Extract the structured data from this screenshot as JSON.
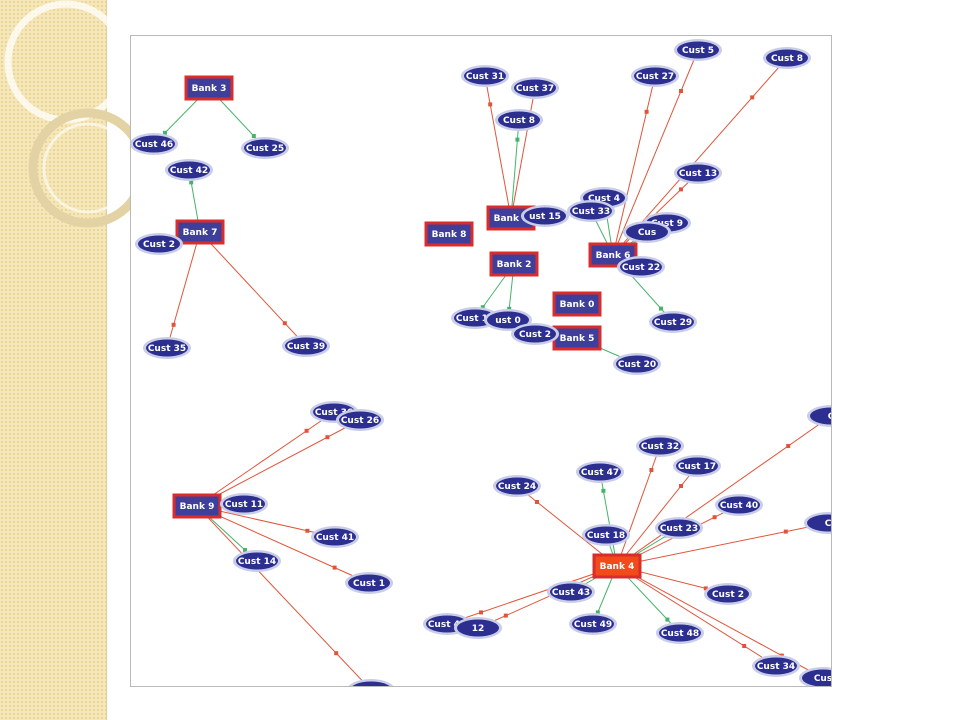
{
  "colors": {
    "bank_fill": "#3d3f9b",
    "bank_border": "#d92c2c",
    "bank_active_fill": "#f24a1a",
    "cust_fill": "#2c2f8f",
    "cust_halo": "#c9cde9",
    "edge_red": "#e0553a",
    "edge_green": "#45b36a",
    "sidebar": "#f6e7b9"
  },
  "nodes": [
    {
      "id": "bank3",
      "label": "Bank 3",
      "kind": "bank"
    },
    {
      "id": "bank7",
      "label": "Bank 7",
      "kind": "bank"
    },
    {
      "id": "bank8",
      "label": "Bank 8",
      "kind": "bank"
    },
    {
      "id": "bank1",
      "label": "Bank 1",
      "kind": "bank"
    },
    {
      "id": "bank2",
      "label": "Bank 2",
      "kind": "bank"
    },
    {
      "id": "bank6",
      "label": "Bank 6",
      "kind": "bank"
    },
    {
      "id": "bank0",
      "label": "Bank 0",
      "kind": "bank"
    },
    {
      "id": "bank5",
      "label": "Bank 5",
      "kind": "bank"
    },
    {
      "id": "bank9",
      "label": "Bank 9",
      "kind": "bank"
    },
    {
      "id": "bank4",
      "label": "Bank 4",
      "kind": "bank",
      "active": true
    },
    {
      "id": "c46",
      "label": "Cust 46",
      "kind": "cust"
    },
    {
      "id": "c25",
      "label": "Cust 25",
      "kind": "cust"
    },
    {
      "id": "c42",
      "label": "Cust 42",
      "kind": "cust"
    },
    {
      "id": "c21",
      "label": "Cust 2",
      "kind": "cust"
    },
    {
      "id": "c35",
      "label": "Cust 35",
      "kind": "cust"
    },
    {
      "id": "c39",
      "label": "Cust 39",
      "kind": "cust"
    },
    {
      "id": "c31",
      "label": "Cust 31",
      "kind": "cust"
    },
    {
      "id": "c37",
      "label": "Cust 37",
      "kind": "cust"
    },
    {
      "id": "c8b",
      "label": "Cust 8",
      "kind": "cust"
    },
    {
      "id": "c15",
      "label": "ust 15",
      "kind": "cust"
    },
    {
      "id": "c5",
      "label": "Cust 5",
      "kind": "cust"
    },
    {
      "id": "c27",
      "label": "Cust 27",
      "kind": "cust"
    },
    {
      "id": "c8",
      "label": "Cust 8",
      "kind": "cust"
    },
    {
      "id": "c13",
      "label": "Cust 13",
      "kind": "cust"
    },
    {
      "id": "c4",
      "label": "Cust 4",
      "kind": "cust"
    },
    {
      "id": "c33",
      "label": "Cust 33",
      "kind": "cust"
    },
    {
      "id": "c9",
      "label": "Cust 9",
      "kind": "cust"
    },
    {
      "id": "c3x",
      "label": "Cus",
      "kind": "cust"
    },
    {
      "id": "c22",
      "label": "Cust 22",
      "kind": "cust"
    },
    {
      "id": "c29",
      "label": "Cust 29",
      "kind": "cust"
    },
    {
      "id": "c10",
      "label": "Cust 10",
      "kind": "cust"
    },
    {
      "id": "c0",
      "label": "ust 0",
      "kind": "cust"
    },
    {
      "id": "c2x",
      "label": "Cust 2",
      "kind": "cust"
    },
    {
      "id": "c20",
      "label": "Cust 20",
      "kind": "cust"
    },
    {
      "id": "c36",
      "label": "Cust 36",
      "kind": "cust"
    },
    {
      "id": "c26",
      "label": "Cust 26",
      "kind": "cust"
    },
    {
      "id": "c11",
      "label": "Cust 11",
      "kind": "cust"
    },
    {
      "id": "c41",
      "label": "Cust 41",
      "kind": "cust"
    },
    {
      "id": "c14",
      "label": "Cust 14",
      "kind": "cust"
    },
    {
      "id": "c1",
      "label": "Cust 1",
      "kind": "cust"
    },
    {
      "id": "cbot",
      "label": "",
      "kind": "cust"
    },
    {
      "id": "c32",
      "label": "Cust 32",
      "kind": "cust"
    },
    {
      "id": "c47",
      "label": "Cust 47",
      "kind": "cust"
    },
    {
      "id": "c17",
      "label": "Cust 17",
      "kind": "cust"
    },
    {
      "id": "c24",
      "label": "Cust 24",
      "kind": "cust"
    },
    {
      "id": "c40",
      "label": "Cust 40",
      "kind": "cust"
    },
    {
      "id": "c18",
      "label": "Cust 18",
      "kind": "cust"
    },
    {
      "id": "c23",
      "label": "Cust 23",
      "kind": "cust"
    },
    {
      "id": "c43",
      "label": "Cust 43",
      "kind": "cust"
    },
    {
      "id": "c2",
      "label": "Cust 2",
      "kind": "cust"
    },
    {
      "id": "c44",
      "label": "Cust 44",
      "kind": "cust"
    },
    {
      "id": "c12",
      "label": "12",
      "kind": "cust"
    },
    {
      "id": "c49",
      "label": "Cust 49",
      "kind": "cust"
    },
    {
      "id": "c48",
      "label": "Cust 48",
      "kind": "cust"
    },
    {
      "id": "c34",
      "label": "Cust 34",
      "kind": "cust"
    },
    {
      "id": "cr1",
      "label": "C",
      "kind": "cust"
    },
    {
      "id": "cr2",
      "label": "C",
      "kind": "cust"
    },
    {
      "id": "cr3",
      "label": "Cus",
      "kind": "cust"
    }
  ],
  "edges": [
    {
      "from": "bank3",
      "to": "c46",
      "color": "green"
    },
    {
      "from": "bank3",
      "to": "c25",
      "color": "green"
    },
    {
      "from": "bank7",
      "to": "c42",
      "color": "green"
    },
    {
      "from": "bank7",
      "to": "c21",
      "color": "green"
    },
    {
      "from": "bank7",
      "to": "c35",
      "color": "red"
    },
    {
      "from": "bank7",
      "to": "c39",
      "color": "red"
    },
    {
      "from": "bank1",
      "to": "c31",
      "color": "red"
    },
    {
      "from": "bank1",
      "to": "c37",
      "color": "red"
    },
    {
      "from": "bank1",
      "to": "c8b",
      "color": "green"
    },
    {
      "from": "bank1",
      "to": "c15",
      "color": "green"
    },
    {
      "from": "bank6",
      "to": "c5",
      "color": "red"
    },
    {
      "from": "bank6",
      "to": "c27",
      "color": "red"
    },
    {
      "from": "bank6",
      "to": "c8",
      "color": "red"
    },
    {
      "from": "bank6",
      "to": "c13",
      "color": "red"
    },
    {
      "from": "bank6",
      "to": "c4",
      "color": "green"
    },
    {
      "from": "bank6",
      "to": "c33",
      "color": "green"
    },
    {
      "from": "bank6",
      "to": "c9",
      "color": "green"
    },
    {
      "from": "bank6",
      "to": "c3x",
      "color": "green"
    },
    {
      "from": "bank6",
      "to": "c22",
      "color": "green"
    },
    {
      "from": "bank6",
      "to": "c29",
      "color": "green"
    },
    {
      "from": "bank2",
      "to": "c10",
      "color": "green"
    },
    {
      "from": "bank2",
      "to": "c0",
      "color": "green"
    },
    {
      "from": "bank5",
      "to": "c20",
      "color": "green"
    },
    {
      "from": "bank5",
      "to": "c2x",
      "color": "green"
    },
    {
      "from": "bank9",
      "to": "c36",
      "color": "red"
    },
    {
      "from": "bank9",
      "to": "c26",
      "color": "red"
    },
    {
      "from": "bank9",
      "to": "c11",
      "color": "green"
    },
    {
      "from": "bank9",
      "to": "c41",
      "color": "red"
    },
    {
      "from": "bank9",
      "to": "c14",
      "color": "green"
    },
    {
      "from": "bank9",
      "to": "c1",
      "color": "red"
    },
    {
      "from": "bank9",
      "to": "cbot",
      "color": "red"
    },
    {
      "from": "bank4",
      "to": "c32",
      "color": "red"
    },
    {
      "from": "bank4",
      "to": "c47",
      "color": "green"
    },
    {
      "from": "bank4",
      "to": "c17",
      "color": "red"
    },
    {
      "from": "bank4",
      "to": "c24",
      "color": "red"
    },
    {
      "from": "bank4",
      "to": "c40",
      "color": "red"
    },
    {
      "from": "bank4",
      "to": "c18",
      "color": "green"
    },
    {
      "from": "bank4",
      "to": "c23",
      "color": "green"
    },
    {
      "from": "bank4",
      "to": "c43",
      "color": "green"
    },
    {
      "from": "bank4",
      "to": "c2",
      "color": "red"
    },
    {
      "from": "bank4",
      "to": "c44",
      "color": "red"
    },
    {
      "from": "bank4",
      "to": "c12",
      "color": "red"
    },
    {
      "from": "bank4",
      "to": "c49",
      "color": "green"
    },
    {
      "from": "bank4",
      "to": "c48",
      "color": "green"
    },
    {
      "from": "bank4",
      "to": "c34",
      "color": "red"
    },
    {
      "from": "bank4",
      "to": "cr1",
      "color": "red"
    },
    {
      "from": "bank4",
      "to": "cr2",
      "color": "red"
    },
    {
      "from": "bank4",
      "to": "cr3",
      "color": "red"
    }
  ]
}
